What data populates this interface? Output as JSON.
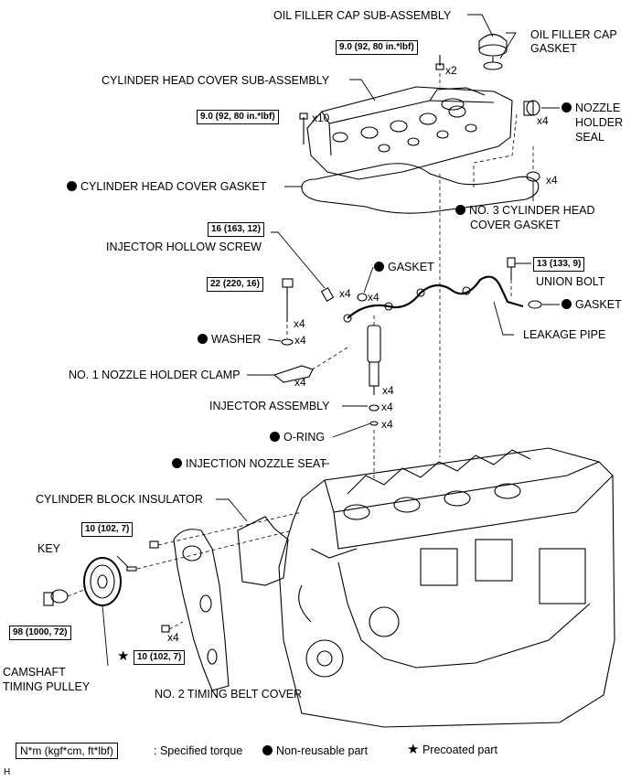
{
  "labels": {
    "oil_filler_cap": "OIL FILLER CAP SUB-ASSEMBLY",
    "oil_filler_cap_gasket_1": "OIL FILLER CAP",
    "oil_filler_cap_gasket_2": "GASKET",
    "cyl_head_cover": "CYLINDER HEAD COVER SUB-ASSEMBLY",
    "nozzle_holder_seal_1": "NOZZLE",
    "nozzle_holder_seal_2": "HOLDER",
    "nozzle_holder_seal_3": "SEAL",
    "cyl_head_cover_gasket": "CYLINDER HEAD COVER GASKET",
    "no3_gasket_1": "NO. 3 CYLINDER HEAD",
    "no3_gasket_2": "COVER GASKET",
    "injector_hollow_screw": "INJECTOR HOLLOW SCREW",
    "gasket_a": "GASKET",
    "union_bolt": "UNION BOLT",
    "gasket_b": "GASKET",
    "leakage_pipe": "LEAKAGE PIPE",
    "washer": "WASHER",
    "no1_clamp": "NO. 1 NOZZLE HOLDER CLAMP",
    "injector_assembly": "INJECTOR ASSEMBLY",
    "o_ring": "O-RING",
    "injection_nozzle_seat": "INJECTION NOZZLE SEAT",
    "cyl_block_insulator": "CYLINDER BLOCK INSULATOR",
    "key": "KEY",
    "camshaft_pulley_1": "CAMSHAFT",
    "camshaft_pulley_2": "TIMING PULLEY",
    "no2_timing_cover": "NO. 2 TIMING BELT COVER"
  },
  "torques": {
    "oil_cap_bolt": "9.0 (92, 80 in.*lbf)",
    "cover_bolt": "9.0 (92, 80 in.*lbf)",
    "hollow_screw": "16 (163, 12)",
    "union_bolt": "13 (133, 9)",
    "clamp_bolt": "22 (220, 16)",
    "insulator_bolt": "10 (102, 7)",
    "pulley_bolt": "98 (1000, 72)",
    "cover2_bolt": "10 (102, 7)"
  },
  "quantities": {
    "oil_cap_nut": "x2",
    "cover_bolts": "x10",
    "nozzle_seal": "x4",
    "no3_gasket": "x4",
    "hollow_screw": "x4",
    "gasket_a": "x4",
    "clamp_bolt": "x4",
    "washer": "x4",
    "clamp": "x4",
    "injector": "x4",
    "o_ring": "x4",
    "nozzle_seat": "x4",
    "cover2_bolt": "x4"
  },
  "legend": {
    "unit_box": "N*m (kgf*cm, ft*lbf)",
    "unit_text": ": Specified torque",
    "nonreusable": "Non-reusable part",
    "precoated": "Precoated part"
  },
  "corner_code": "H"
}
